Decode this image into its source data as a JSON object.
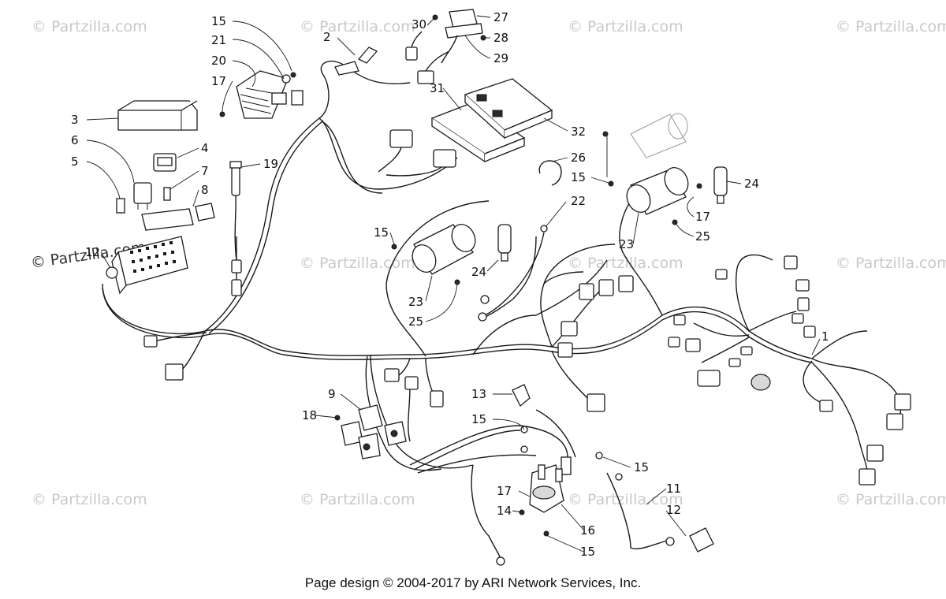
{
  "footer": "Page design © 2004-2017 by ARI Network Services, Inc.",
  "watermark": "© Partzilla.com",
  "watermark_dark": "© Partzilla.com",
  "callouts": {
    "c1": "1",
    "c2": "2",
    "c3": "3",
    "c4": "4",
    "c5": "5",
    "c6": "6",
    "c7": "7",
    "c8": "8",
    "c9": "9",
    "c11": "11",
    "c12a": "12",
    "c12b": "12",
    "c13": "13",
    "c14": "14",
    "c15a": "15",
    "c15b": "15",
    "c15c": "15",
    "c15d": "15",
    "c15e": "15",
    "c15f": "15",
    "c16": "16",
    "c17a": "17",
    "c17b": "17",
    "c17c": "17",
    "c18": "18",
    "c19": "19",
    "c20": "20",
    "c21": "21",
    "c22": "22",
    "c23a": "23",
    "c23b": "23",
    "c24a": "24",
    "c24b": "24",
    "c25a": "25",
    "c25b": "25",
    "c26": "26",
    "c27": "27",
    "c28": "28",
    "c29": "29",
    "c30": "30",
    "c31": "31",
    "c32": "32"
  }
}
